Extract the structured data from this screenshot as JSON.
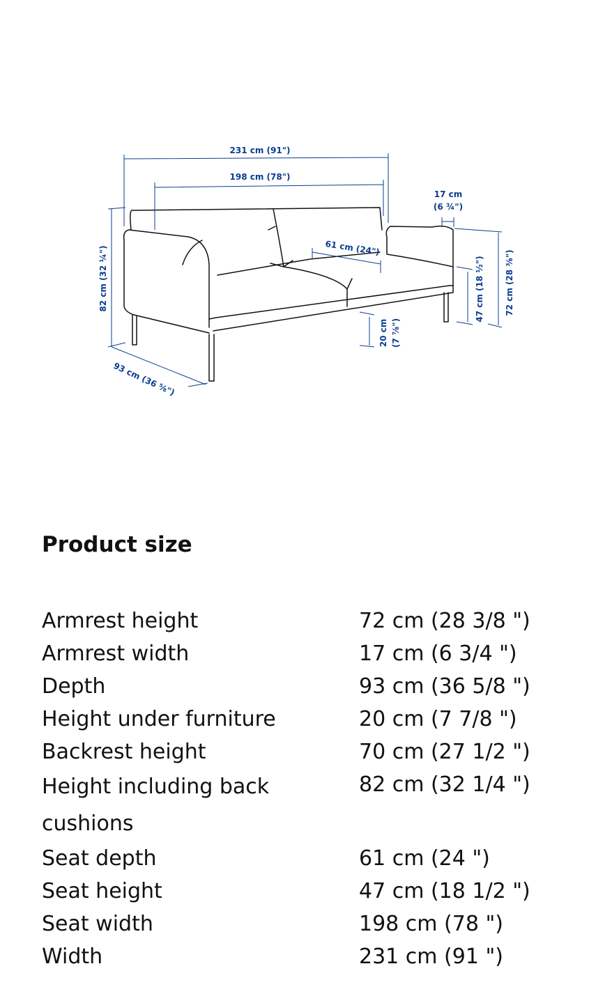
{
  "diagram": {
    "width_total": "231 cm (91\")",
    "seat_width": "198 cm (78\")",
    "armrest_width_cm": "17 cm",
    "armrest_width_in": "(6 ¾\")",
    "seat_depth": "61 cm (24\")",
    "height_total": "82 cm (32 ¼\")",
    "depth": "93 cm (36 ⅝\")",
    "under_cm": "20 cm",
    "under_in": "(7 ⅞\")",
    "seat_height": "47 cm (18 ½\")",
    "armrest_height": "72 cm (28 ⅜\")"
  },
  "section_title": "Product size",
  "specs": [
    {
      "label": "Armrest height",
      "value": "72 cm (28 3/8 \")"
    },
    {
      "label": "Armrest width",
      "value": "17 cm (6 3/4 \")"
    },
    {
      "label": "Depth",
      "value": "93 cm (36 5/8 \")"
    },
    {
      "label": "Height under furniture",
      "value": "20 cm (7 7/8 \")"
    },
    {
      "label": "Backrest height",
      "value": "70 cm (27 1/2 \")"
    },
    {
      "label": "Height including back cushions",
      "value": "82 cm (32 1/4 \")"
    },
    {
      "label": "Seat depth",
      "value": "61 cm (24 \")"
    },
    {
      "label": "Seat height",
      "value": "47 cm (18 1/2 \")"
    },
    {
      "label": "Seat width",
      "value": "198 cm (78 \")"
    },
    {
      "label": "Width",
      "value": "231 cm (91 \")"
    }
  ]
}
